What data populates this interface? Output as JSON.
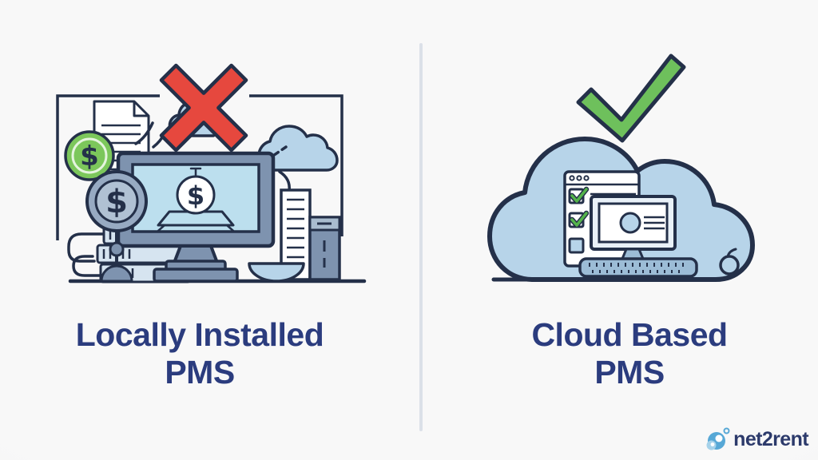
{
  "page": {
    "type": "comparison-infographic"
  },
  "symbols": {
    "dollar": "$"
  },
  "left_panel": {
    "title_line1": "Locally Installed",
    "title_line2": "PMS",
    "verdict_icon": "red-cross"
  },
  "right_panel": {
    "title_line1": "Cloud Based",
    "title_line2": "PMS",
    "verdict_icon": "green-checkmark"
  },
  "branding": {
    "logo_text": "net2rent"
  },
  "colors": {
    "title_navy": "#2b3c7e",
    "ink": "#243049",
    "sky_blue": "#b7d4e9",
    "screen_blue": "#bcdfee",
    "steel": "#7e93af",
    "steel_light": "#a9bccf",
    "server_light": "#d6e4f0",
    "monitor_light": "#e9f1f8",
    "red_cross": "#e6483e",
    "green_check": "#6ec05c",
    "check_mark_green": "#54b34a",
    "green_coin": "#7cc75b",
    "coin_gray": "#97aac2",
    "coin_inner": "#b0c1d3",
    "keyboard_blue": "#9cbcd6",
    "divider": "#dbe0e8",
    "logo_blue": "#57a8d6",
    "logo_light_blue": "#a6d2ea",
    "logo_navy": "#2c3a6b",
    "white": "#ffffff"
  }
}
